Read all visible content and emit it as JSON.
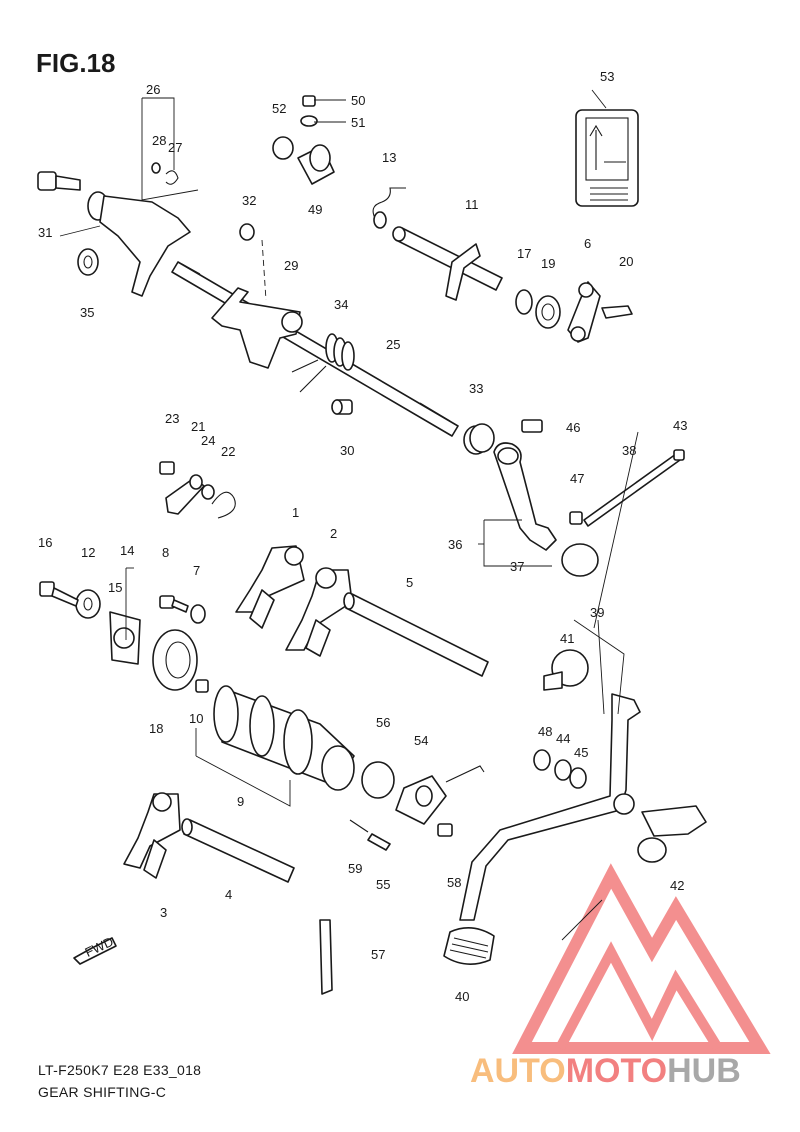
{
  "figure": {
    "title": "FIG.18",
    "code": "LT-F250K7 E28 E33_018",
    "name": "GEAR SHIFTING-C"
  },
  "labels": [
    "1",
    "2",
    "3",
    "4",
    "5",
    "6",
    "7",
    "8",
    "9",
    "10",
    "11",
    "12",
    "13",
    "14",
    "15",
    "16",
    "17",
    "18",
    "19",
    "20",
    "21",
    "22",
    "23",
    "24",
    "25",
    "26",
    "27",
    "28",
    "29",
    "30",
    "31",
    "32",
    "33",
    "34",
    "35",
    "36",
    "37",
    "38",
    "39",
    "40",
    "41",
    "42",
    "43",
    "44",
    "45",
    "46",
    "47",
    "48",
    "49",
    "50",
    "51",
    "52",
    "53",
    "54",
    "55",
    "56",
    "57",
    "58",
    "59"
  ],
  "badges": {
    "fwd": "FWD"
  },
  "watermark": {
    "part1": "AUTO",
    "part2": "MOTO",
    "part3": "HUB",
    "color1": "#f7b267",
    "color2": "#f06a6a",
    "color3": "#9a9a9a",
    "logo_color": "#f06a6a"
  }
}
